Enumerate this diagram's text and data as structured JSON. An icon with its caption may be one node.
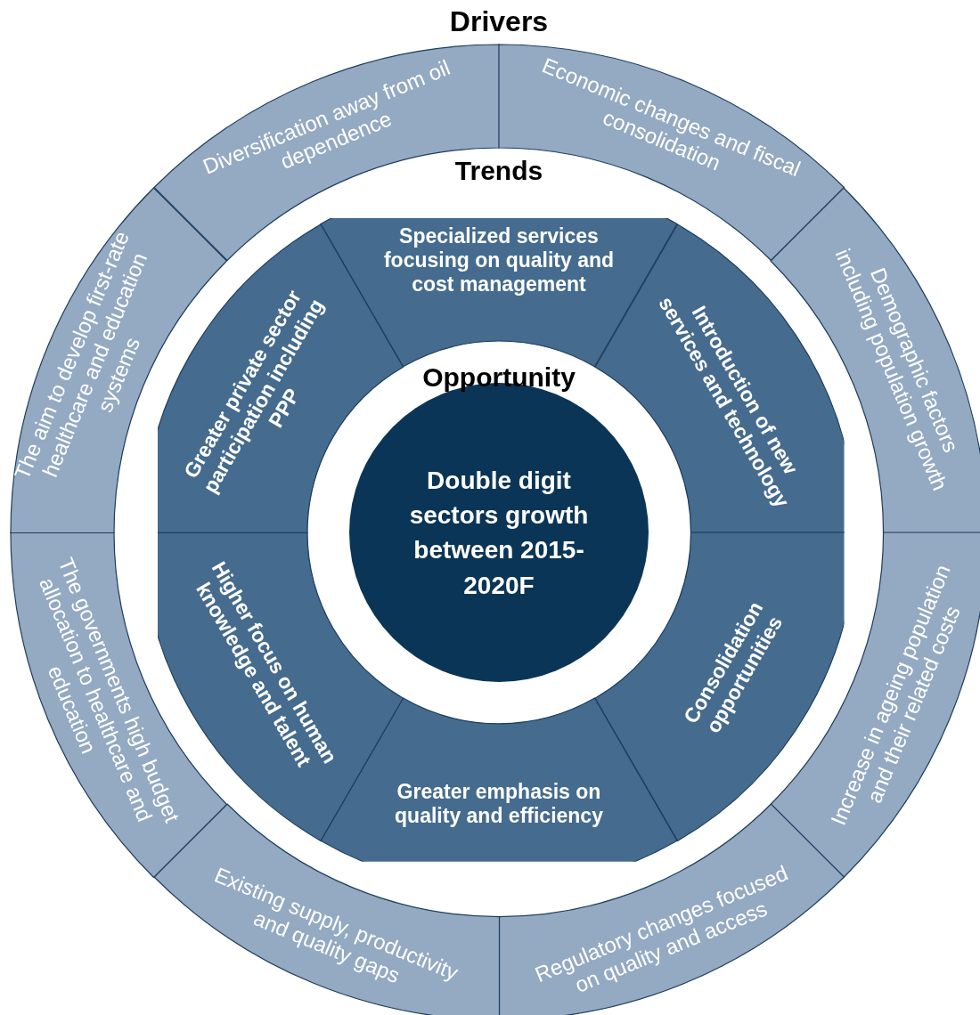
{
  "diagram": {
    "nodes": [
      {
        "text": [
          "Diversification away from oil dependence"
        ]
      },
      {
        "text": [
          "Economic changes and fiscal consolidation"
        ]
      },
      {
        "text": [
          "Demographic factors including population growth"
        ]
      },
      {
        "text": [
          "Increase in ageing population and their related costs"
        ]
      },
      {
        "text": [
          "Regulatory changes focused on quality and access"
        ]
      },
      {
        "text": [
          "Existing supply, productivity and quality gaps"
        ]
      },
      {
        "text": [
          "The governments high budget allocation to healthcare and education"
        ]
      },
      {
        "text": [
          "The aim to develop first-rate healthcare and education systems"
        ]
      },
      {
        "text": [
          "Specialized services focusing on quality and cost management"
        ]
      },
      {
        "text": [
          "Introduction of new services and technology"
        ]
      },
      {
        "text": [
          "Consolidation opportunities"
        ]
      },
      {
        "text": [
          "Greater emphasis on quality and efficiency"
        ]
      },
      {
        "text": [
          "Higher focus on human knowledge and talent"
        ]
      },
      {
        "text": [
          "Greater private sector participation including PPP"
        ]
      },
      {
        "text": [
          "Double digit sectors growth between 2015-2020F"
        ]
      }
    ],
    "edges": [],
    "labels": [
      "Drivers",
      "Trends",
      "Opportunity"
    ]
  }
}
